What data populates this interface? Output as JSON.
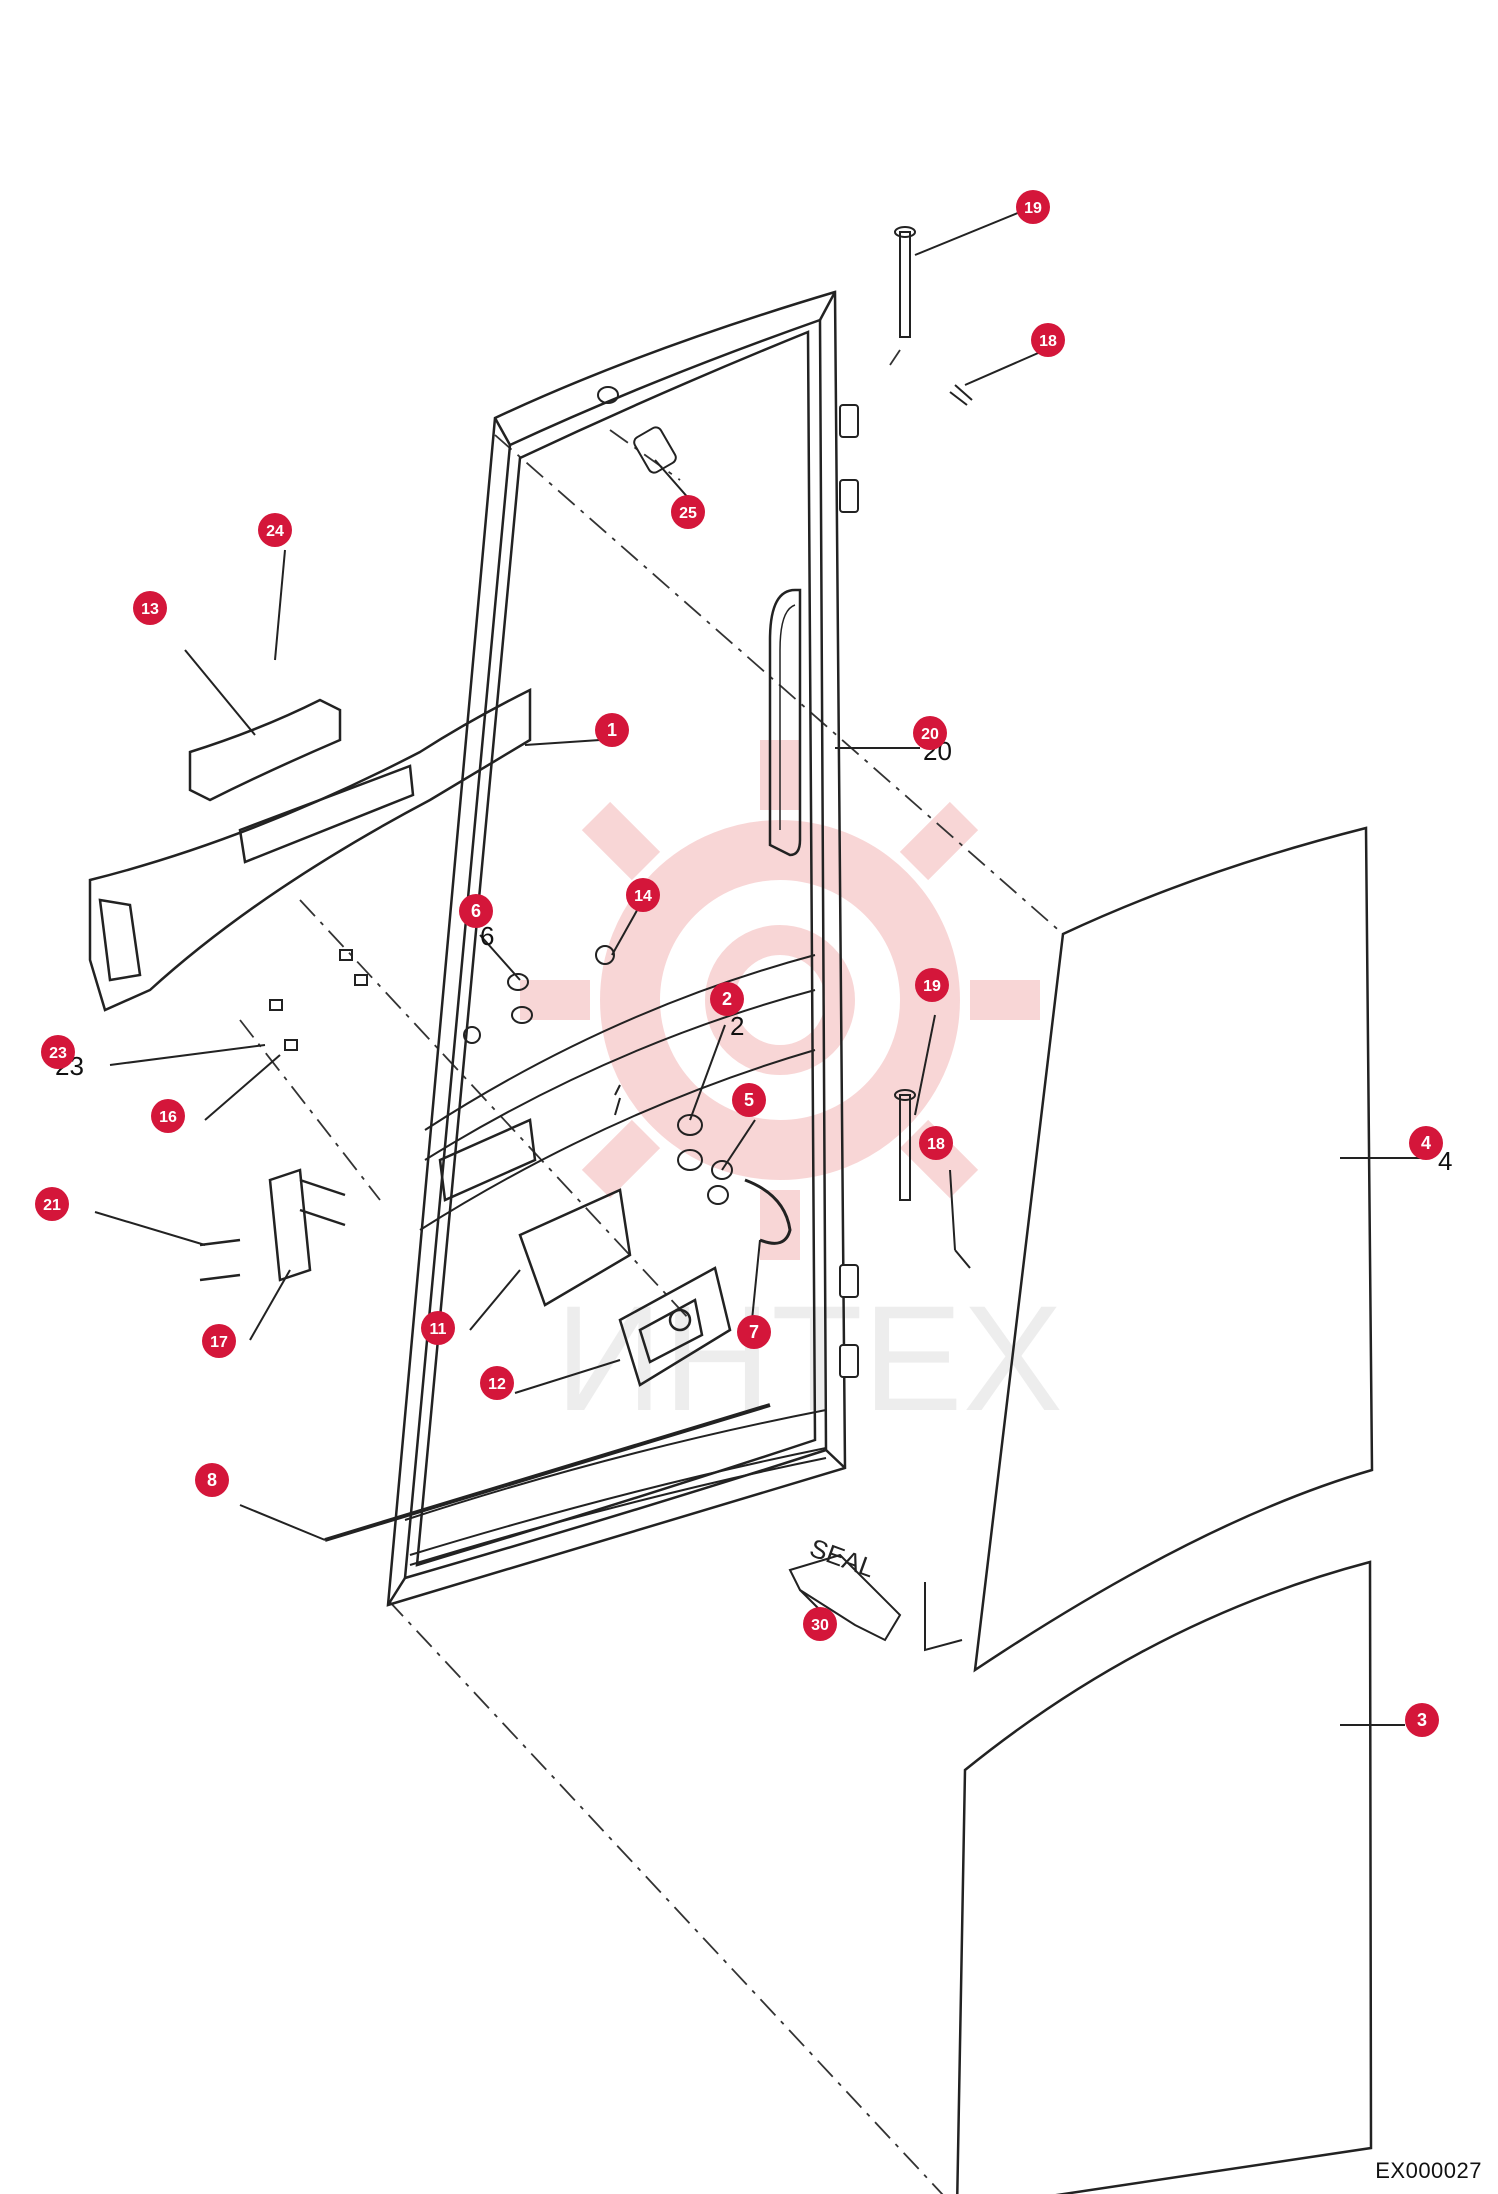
{
  "diagram": {
    "drawing_code": "EX000027",
    "seal_label": "SEAL",
    "watermark_text": "ИНТЕХ",
    "colors": {
      "callout": "#d4163a",
      "callout_text": "#ffffff",
      "line": "#222222",
      "watermark": "#f3b6b6"
    },
    "callouts": [
      {
        "id": "c19a",
        "number": "19"
      },
      {
        "id": "c18a",
        "number": "18"
      },
      {
        "id": "c25",
        "number": "25"
      },
      {
        "id": "c24",
        "number": "24"
      },
      {
        "id": "c13",
        "number": "13"
      },
      {
        "id": "c1",
        "number": "1"
      },
      {
        "id": "c20",
        "number": "20"
      },
      {
        "id": "c6",
        "number": "6"
      },
      {
        "id": "c14",
        "number": "14"
      },
      {
        "id": "c2",
        "number": "2"
      },
      {
        "id": "c19b",
        "number": "19"
      },
      {
        "id": "c23",
        "number": "23"
      },
      {
        "id": "c5",
        "number": "5"
      },
      {
        "id": "c16",
        "number": "16"
      },
      {
        "id": "c18b",
        "number": "18"
      },
      {
        "id": "c4",
        "number": "4"
      },
      {
        "id": "c21",
        "number": "21"
      },
      {
        "id": "c11",
        "number": "11"
      },
      {
        "id": "c7",
        "number": "7"
      },
      {
        "id": "c17",
        "number": "17"
      },
      {
        "id": "c12",
        "number": "12"
      },
      {
        "id": "c8",
        "number": "8"
      },
      {
        "id": "c30",
        "number": "30"
      },
      {
        "id": "c3",
        "number": "3"
      }
    ],
    "labels": [
      {
        "id": "l20",
        "text": "20"
      },
      {
        "id": "l6",
        "text": "6"
      },
      {
        "id": "l2",
        "text": "2"
      },
      {
        "id": "l23",
        "text": "23"
      },
      {
        "id": "l4",
        "text": "4"
      }
    ]
  }
}
